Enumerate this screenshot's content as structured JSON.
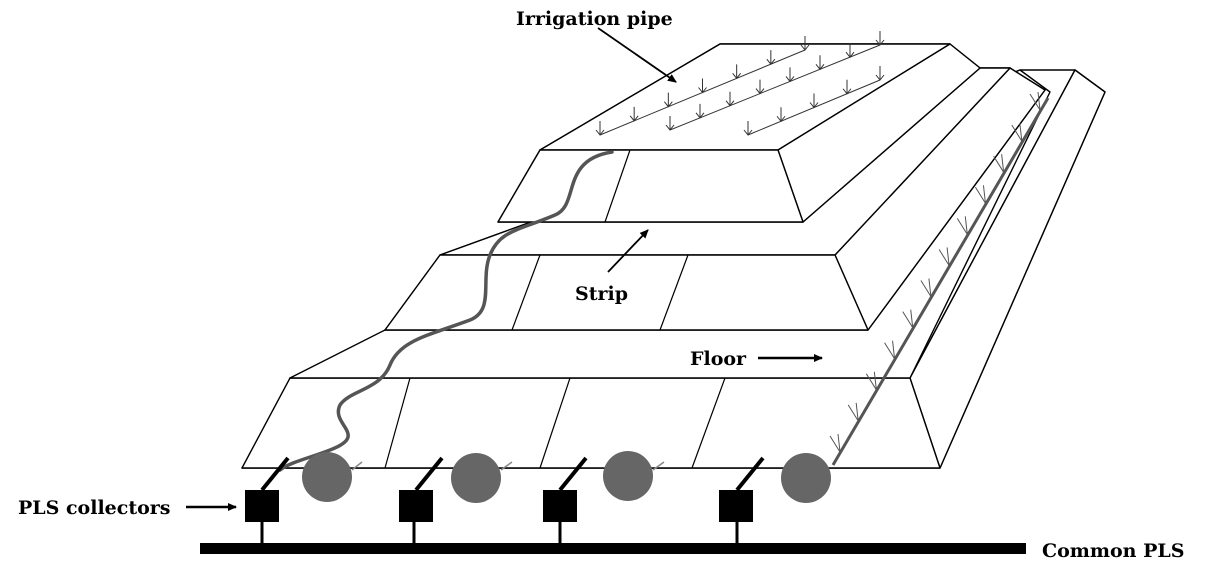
{
  "labels": {
    "irrigation_pipe": "Irrigation pipe",
    "strip": "Strip",
    "floor": "Floor",
    "pls_collectors": "PLS collectors",
    "common_pls": "Common PLS"
  },
  "colors": {
    "line": "#000000",
    "pond": "#666666",
    "collector": "#000000",
    "pipe": "#555555"
  }
}
